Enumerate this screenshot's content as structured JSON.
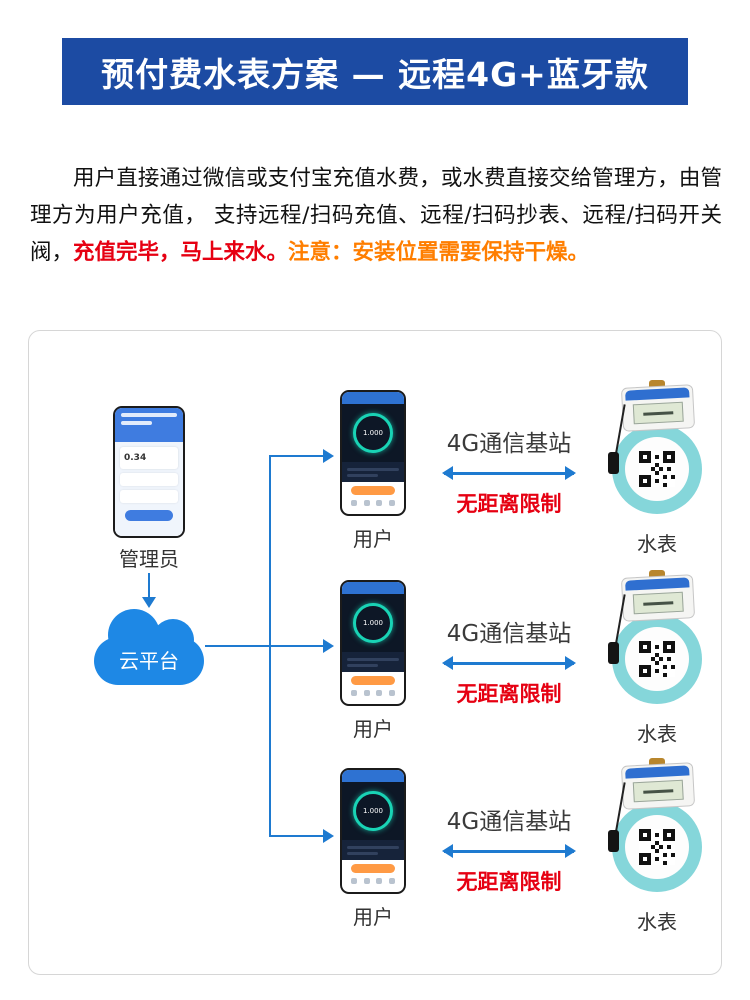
{
  "header": {
    "title": "预付费水表方案 — 远程4G+蓝牙款"
  },
  "intro": {
    "main": "用户直接通过微信或支付宝充值水费，或水费直接交给管理方，由管理方为用户充值， 支持远程/扫码充值、远程/扫码抄表、远程/扫码开关阀，",
    "highlight_red": "充值完毕，马上来水。",
    "highlight_orange": "注意：安装位置需要保持干燥。"
  },
  "diagram": {
    "admin_label": "管理员",
    "cloud_label": "云平台",
    "admin_reading": "0.34",
    "phone_reading": "1.000",
    "rows": [
      {
        "user_label": "用户",
        "link_label": "4G通信基站",
        "link_note": "无距离限制",
        "meter_label": "水表"
      },
      {
        "user_label": "用户",
        "link_label": "4G通信基站",
        "link_note": "无距离限制",
        "meter_label": "水表"
      },
      {
        "user_label": "用户",
        "link_label": "4G通信基站",
        "link_note": "无距离限制",
        "meter_label": "水表"
      }
    ]
  },
  "colors": {
    "banner_bg": "#1c4ba3",
    "accent_blue": "#1e7ad0",
    "cloud_blue": "#1e88e5",
    "highlight_red": "#e60012",
    "highlight_orange": "#ff7e00",
    "meter_teal": "#85d6da",
    "gauge_teal": "#19d3b5"
  }
}
